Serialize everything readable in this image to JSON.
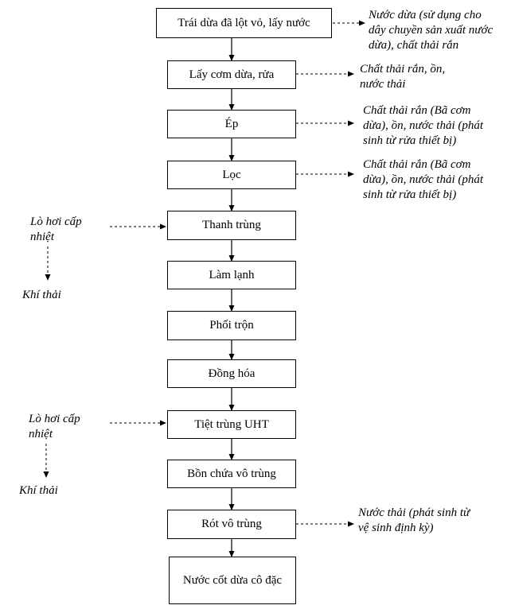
{
  "steps": [
    "Trái dừa đã lột vỏ, lấy nước",
    "Lấy cơm dừa, rửa",
    "Ép",
    "Lọc",
    "Thanh trùng",
    "Làm lạnh",
    "Phối trộn",
    "Đồng hóa",
    "Tiệt trùng UHT",
    "Bồn chứa vô trùng",
    "Rót vô trùng",
    "Nước cốt dừa cô đặc"
  ],
  "outputs": {
    "coconut_water": "Nước dừa (sử dụng cho\ndây chuyền sản xuất nước\ndừa), chất thải rắn",
    "rinse": "Chất thải rắn, ồn,\nnước thải",
    "press": "Chất thải rắn (Bã cơm\ndừa), ồn, nước thải (phát\nsinh từ rửa thiết bị)",
    "filter": "Chất thải rắn (Bã cơm\ndừa), ồn, nước thải (phát\nsinh từ rửa thiết bị)",
    "filling": "Nước thải (phát sinh từ\nvệ sinh định kỳ)"
  },
  "inputs": {
    "boiler_1": "Lò hơi cấp\nnhiệt",
    "exhaust_1": "Khí thải",
    "boiler_2": "Lò hơi cấp\nnhiệt",
    "exhaust_2": "Khí thải"
  }
}
